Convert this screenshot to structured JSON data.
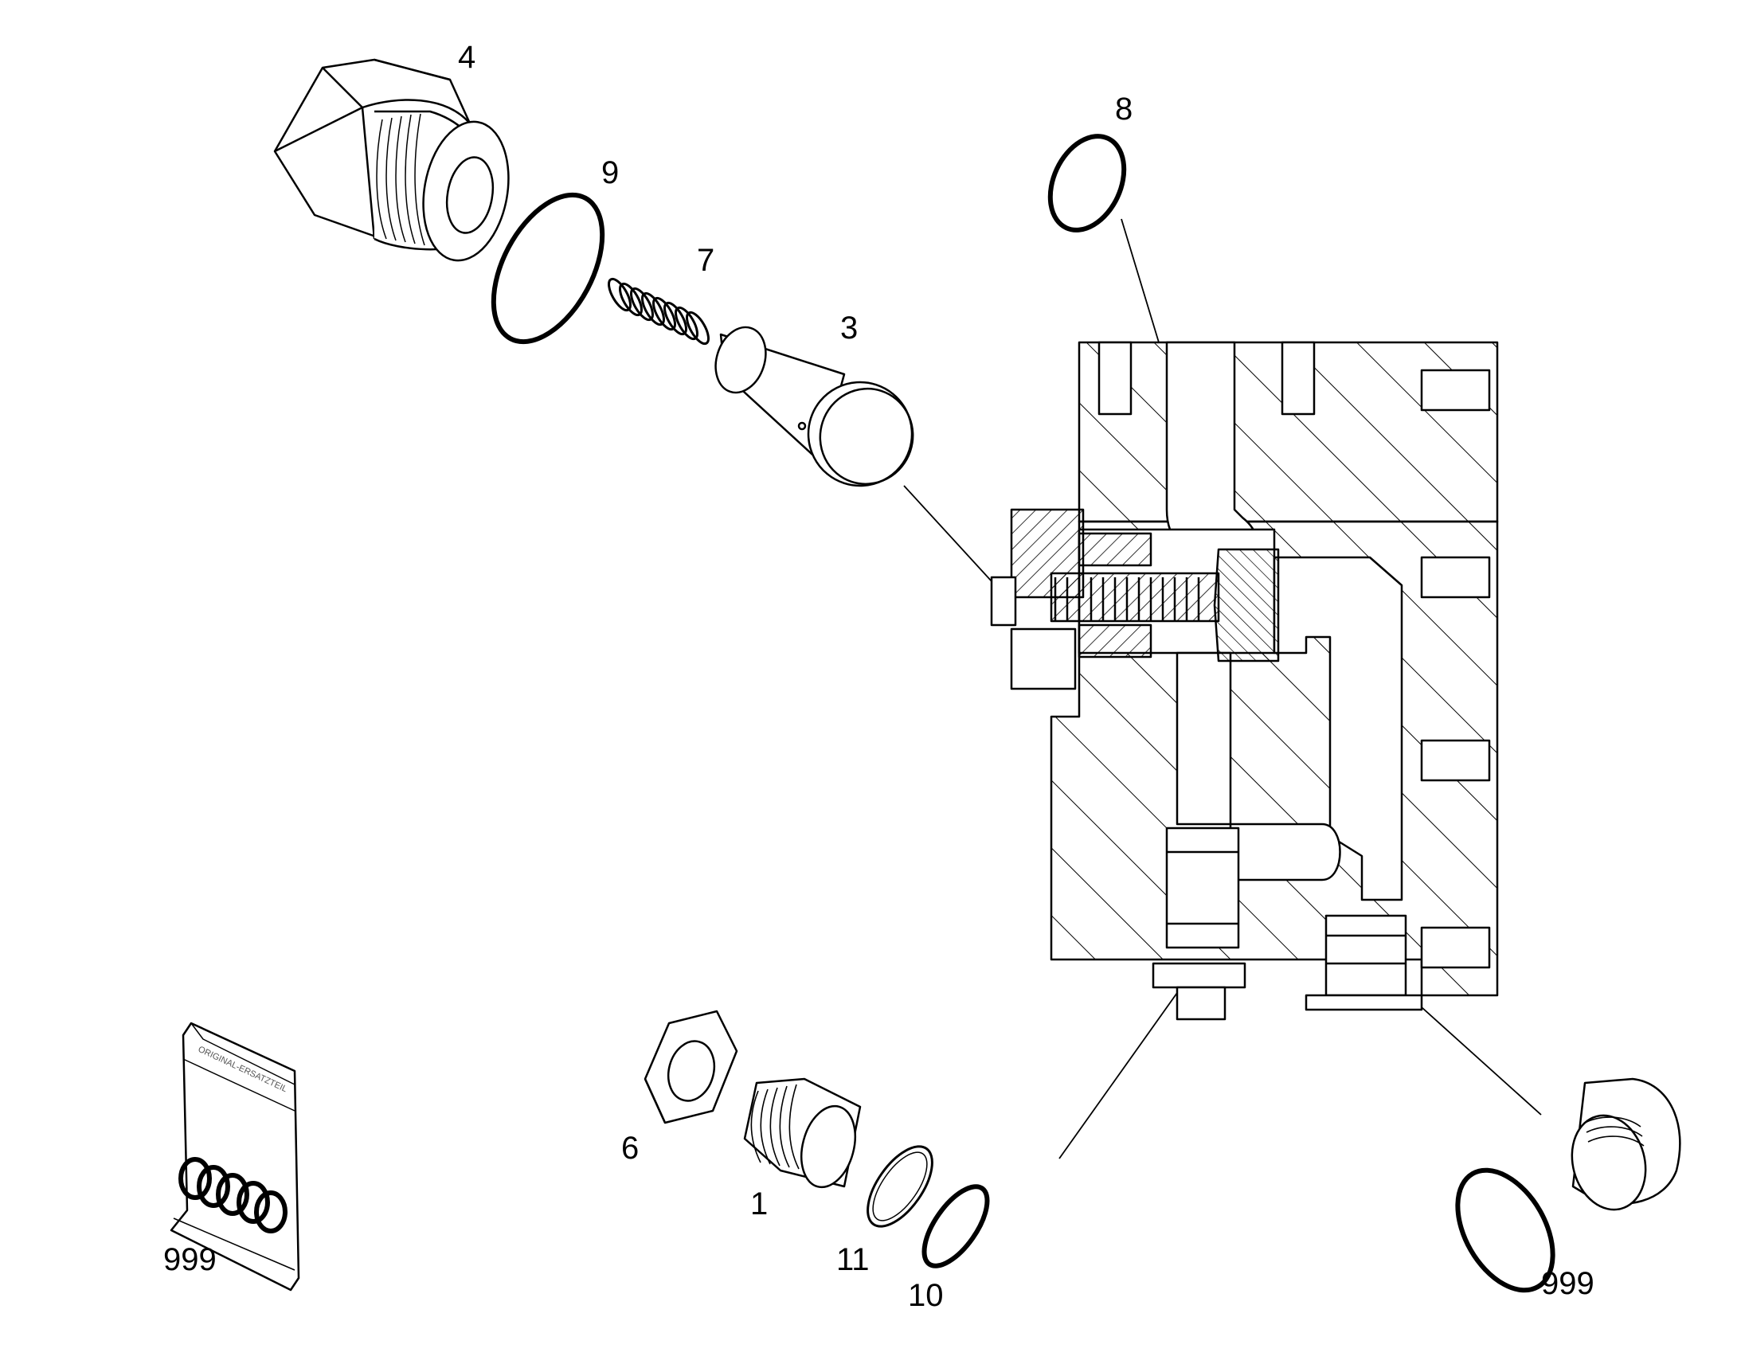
{
  "diagram": {
    "stroke_color": "#000000",
    "background": "#ffffff",
    "callouts": {
      "c1": "1",
      "c3": "3",
      "c4": "4",
      "c6": "6",
      "c7": "7",
      "c8": "8",
      "c9": "9",
      "c10": "10",
      "c11": "11",
      "c999a": "999",
      "c999b": "999"
    },
    "kit_bag_text": "ORIGINAL-ERSATZTEIL"
  }
}
